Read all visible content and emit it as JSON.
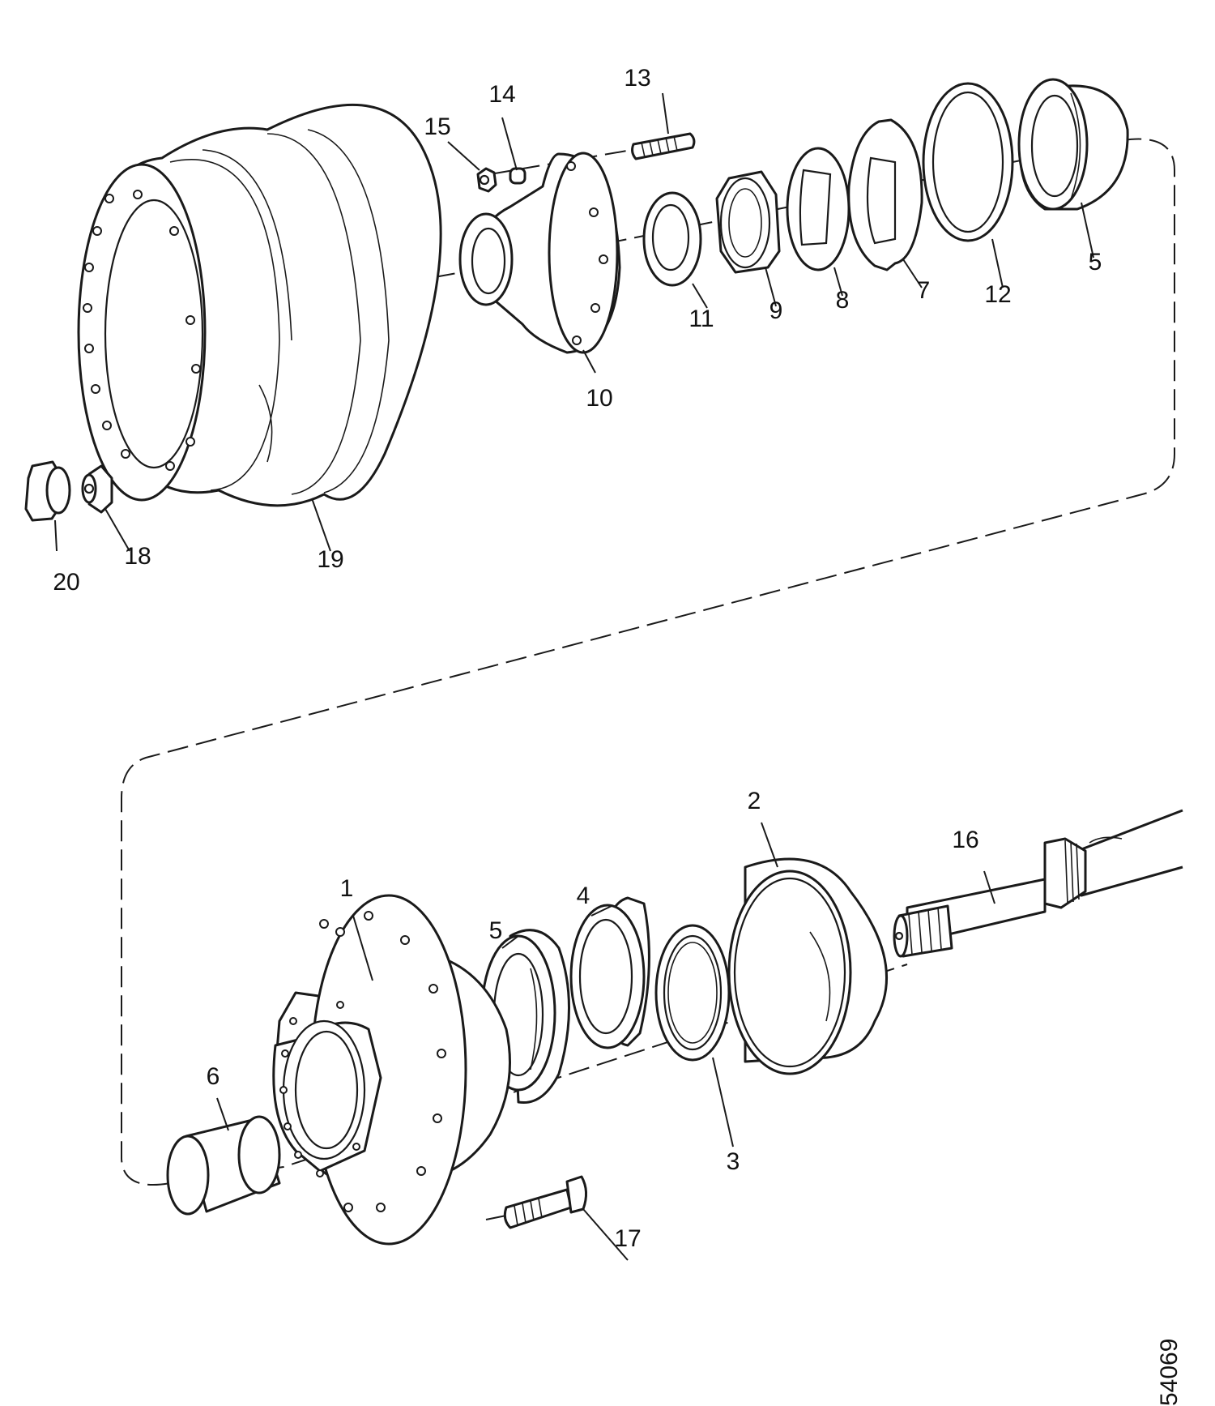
{
  "callouts": {
    "c1": "1",
    "c2": "2",
    "c3": "3",
    "c4": "4",
    "c5a": "5",
    "c5b": "5",
    "c6": "6",
    "c7": "7",
    "c8": "8",
    "c9": "9",
    "c10": "10",
    "c11": "11",
    "c12": "12",
    "c13": "13",
    "c14": "14",
    "c15": "15",
    "c16": "16",
    "c17": "17",
    "c18": "18",
    "c19": "19",
    "c20": "20"
  },
  "drawing_number": "54069"
}
